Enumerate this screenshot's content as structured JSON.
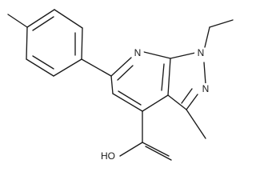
{
  "molecule": {
    "atom_labels": {
      "pyridine_n": "N",
      "pyrazole_n1": "N",
      "pyrazole_n2": "N",
      "carboxylic_oh": "HO"
    }
  },
  "colors": {
    "bond": "#1a1a1a",
    "text": "#1a1a1a",
    "background": "#ffffff"
  }
}
